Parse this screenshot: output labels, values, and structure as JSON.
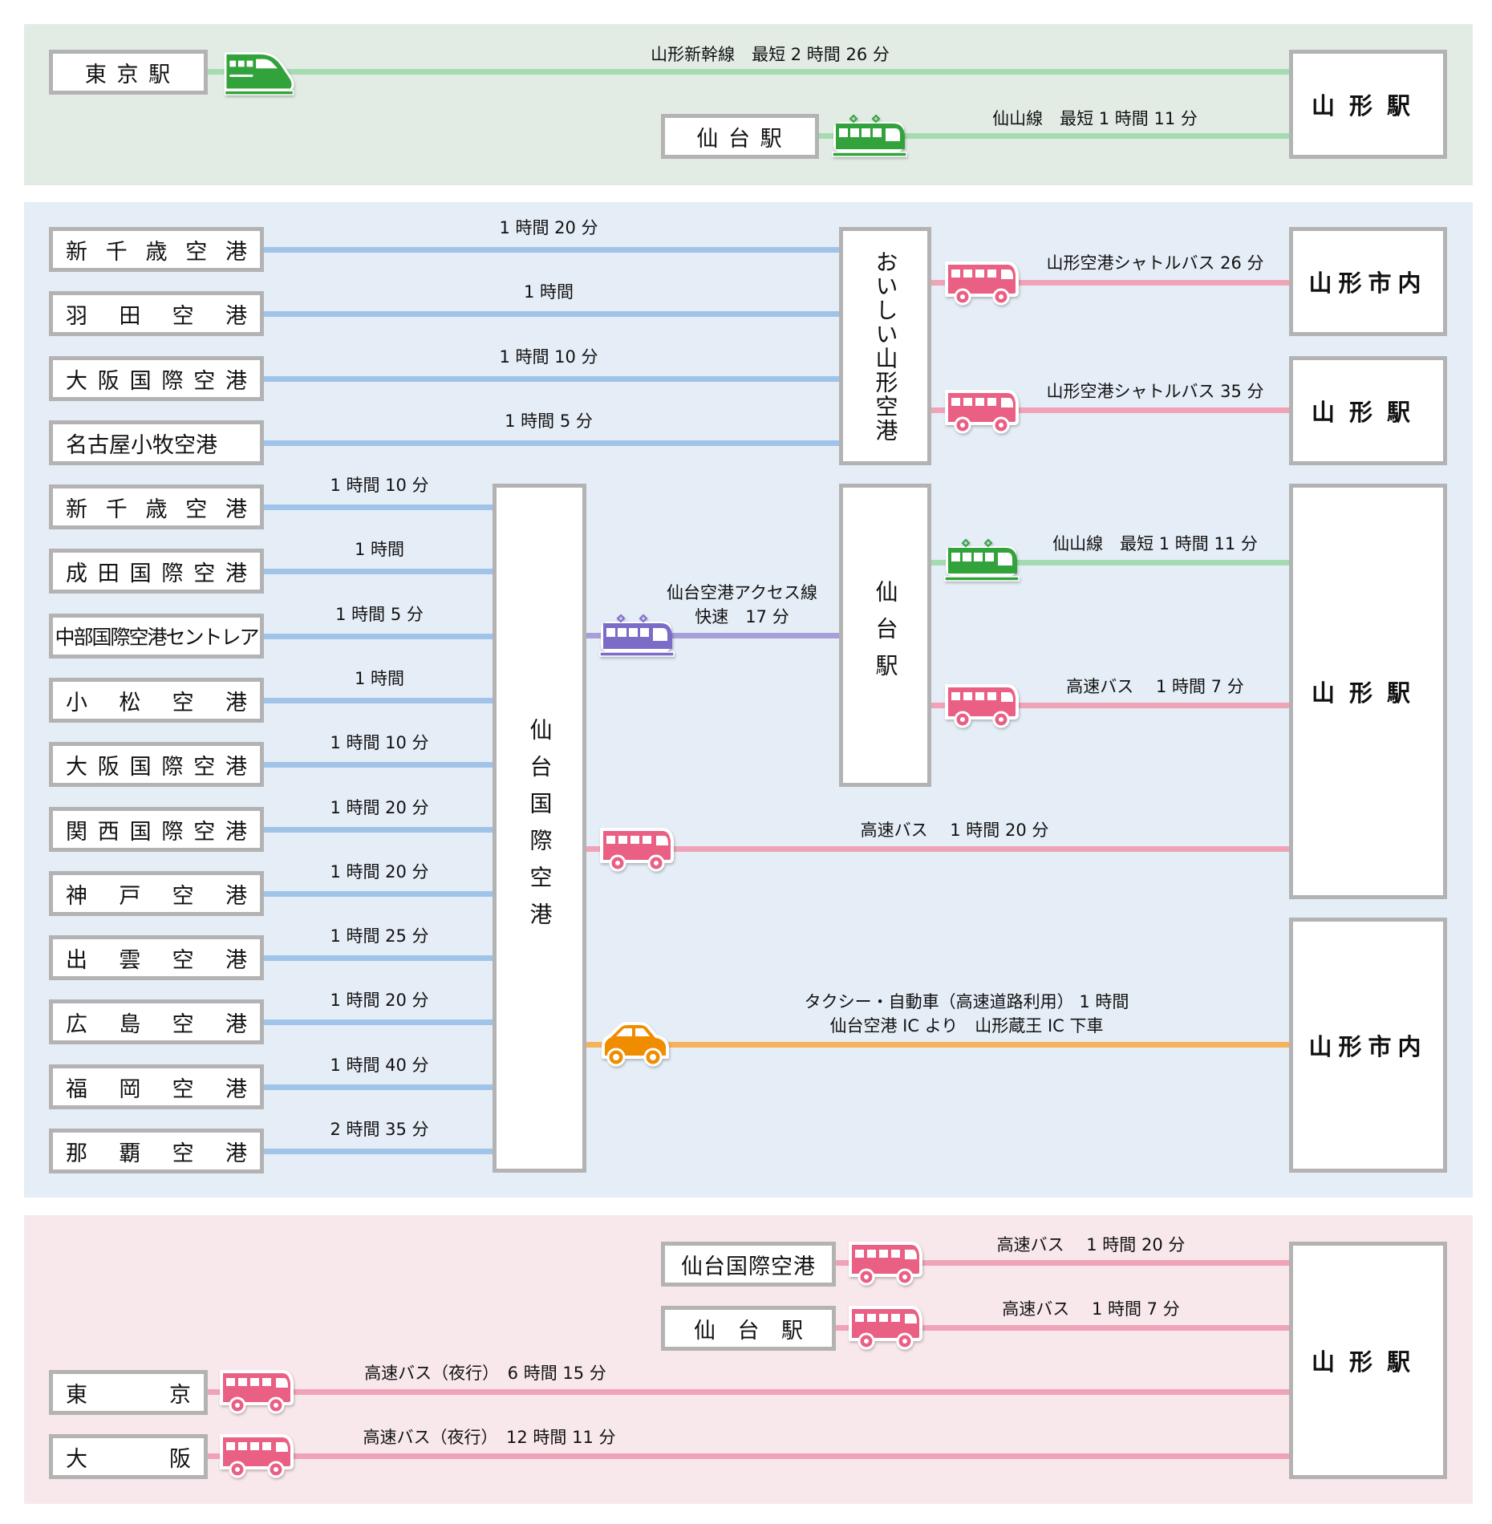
{
  "colors": {
    "rail_green": "#33a33a",
    "bus_pink": "#e96184",
    "train_purple": "#7b6cc8",
    "car_orange": "#f08c00",
    "line_blue": "#9fc4e8",
    "line_green": "#a5dbb0",
    "line_pink": "#f0a3b7",
    "line_purple": "#a89fd8",
    "line_orange": "#f5b15c"
  },
  "rail_section": {
    "origins": {
      "tokyo_station": "東 京 駅",
      "sendai_station": "仙 台 駅"
    },
    "destination": "山 形 駅",
    "routes": [
      {
        "from": "東京駅",
        "icon": "shinkansen-icon",
        "label": "山形新幹線　最短 2 時間 26 分"
      },
      {
        "from": "仙台駅",
        "icon": "local-train-icon",
        "label": "仙山線　最短 1 時間 11 分"
      }
    ]
  },
  "air_section": {
    "yamagata_airport": {
      "name": "おいしい山形空港",
      "origins": [
        {
          "name": "新 千 歳 空 港",
          "time": "1 時間 20 分"
        },
        {
          "name": "羽 田 空 港",
          "time": "1 時間"
        },
        {
          "name": "大 阪 国 際 空 港",
          "time": "1 時間 10 分"
        },
        {
          "name": "名古屋小牧空港",
          "time": "1 時間 5 分"
        }
      ],
      "connections": [
        {
          "icon": "bus-icon",
          "label": "山形空港シャトルバス 26 分",
          "to": "山 形 市 内"
        },
        {
          "icon": "bus-icon",
          "label": "山形空港シャトルバス 35 分",
          "to": "山 形 駅"
        }
      ]
    },
    "sendai_airport": {
      "name": "仙台国際空港",
      "origins": [
        {
          "name": "新 千 歳 空 港",
          "time": "1 時間 10 分"
        },
        {
          "name": "成 田 国 際 空 港",
          "time": "1 時間"
        },
        {
          "name": "中部国際空港セントレア",
          "time": "1 時間 5 分"
        },
        {
          "name": "小 松 空 港",
          "time": "1 時間"
        },
        {
          "name": "大 阪 国 際 空 港",
          "time": "1 時間 10 分"
        },
        {
          "name": "関 西 国 際 空 港",
          "time": "1 時間 20 分"
        },
        {
          "name": "神 戸 空 港",
          "time": "1 時間 20 分"
        },
        {
          "name": "出 雲 空 港",
          "time": "1 時間 25 分"
        },
        {
          "name": "広 島 空 港",
          "time": "1 時間 20 分"
        },
        {
          "name": "福 岡 空 港",
          "time": "1 時間 40 分"
        },
        {
          "name": "那 覇 空 港",
          "time": "2 時間 35 分"
        }
      ],
      "access_line": {
        "line1": "仙台空港アクセス線",
        "line2": "快速　17 分"
      },
      "bus": {
        "label": "高速バス　 1 時間 20 分"
      },
      "car": {
        "line1": "タクシー・自動車（高速道路利用） 1 時間",
        "line2": "仙台空港 IC より　山形蔵王 IC 下車"
      }
    },
    "sendai_station": {
      "name": "仙台駅",
      "rail": {
        "label": "仙山線　最短 1 時間 11 分"
      },
      "bus": {
        "label": "高速バス　 1 時間 7 分"
      }
    },
    "destinations": {
      "yamagata_city_1": "山 形 市 内",
      "yamagata_station_1": "山 形 駅",
      "yamagata_station_2": "山 形 駅",
      "yamagata_city_2": "山 形 市 内"
    }
  },
  "bus_section": {
    "destination": "山 形 駅",
    "routes": [
      {
        "from": "仙台国際空港",
        "label": "高速バス　 1 時間 20 分"
      },
      {
        "from": "仙 台 駅",
        "label": "高速バス　 1 時間 7 分"
      },
      {
        "from": "東 京",
        "label": "高速バス（夜行）　6 時間 15 分"
      },
      {
        "from": "大 阪",
        "label": "高速バス（夜行）　12 時間 11 分"
      }
    ]
  }
}
